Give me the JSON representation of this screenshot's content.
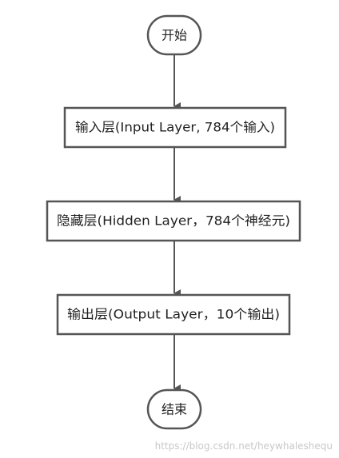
{
  "diagram": {
    "nodes": {
      "start": {
        "label": "开始"
      },
      "input_layer": {
        "label": "输入层(Input Layer, 784个输入)"
      },
      "hidden_layer": {
        "label": "隐藏层(Hidden Layer，784个神经元)"
      },
      "output_layer": {
        "label": "输出层(Output Layer，10个输出)"
      },
      "end": {
        "label": "结束"
      }
    },
    "edges": [
      {
        "from": "start",
        "to": "input_layer"
      },
      {
        "from": "input_layer",
        "to": "hidden_layer"
      },
      {
        "from": "hidden_layer",
        "to": "output_layer"
      },
      {
        "from": "output_layer",
        "to": "end"
      }
    ],
    "colors": {
      "stroke": "#555555",
      "text": "#222222",
      "background": "#ffffff"
    }
  },
  "watermark": {
    "text": "https://blog.csdn.net/heywhaleshequ"
  }
}
